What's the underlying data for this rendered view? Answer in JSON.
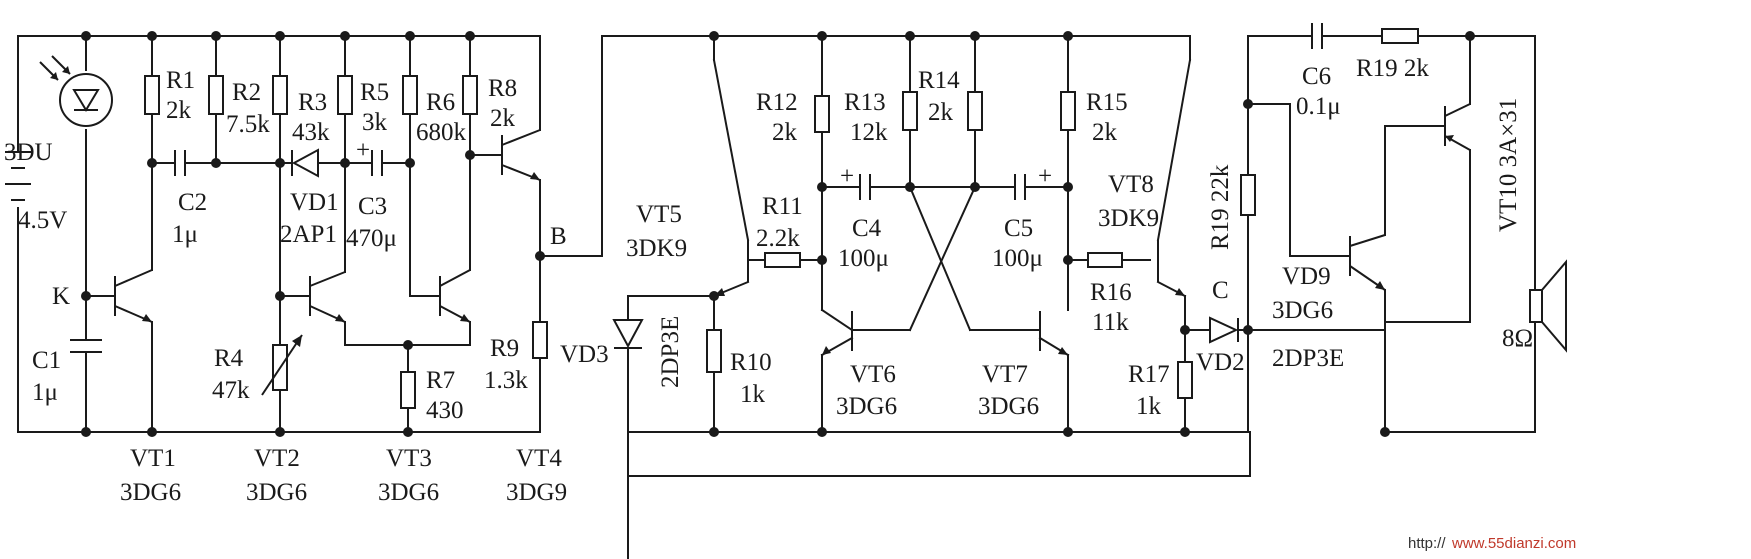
{
  "diagram": {
    "labels": {
      "photodiode": "3DU",
      "battery": "4.5V",
      "node_k": "K",
      "node_b": "B",
      "node_c": "C",
      "r1": "R1",
      "r1v": "2k",
      "r2": "R2",
      "r2v": "7.5k",
      "r3": "R3",
      "r3v": "43k",
      "r5": "R5",
      "r5v": "3k",
      "r6": "R6",
      "r6v": "680k",
      "r8": "R8",
      "r8v": "2k",
      "c2": "C2",
      "c2v": "1μ",
      "vd1": "VD1",
      "vd1v": "2AP1",
      "c3": "C3",
      "c3v": "470μ",
      "c1": "C1",
      "c1v": "1μ",
      "r4": "R4",
      "r4v": "47k",
      "r7": "R7",
      "r7v": "430",
      "r9": "R9",
      "r9v": "1.3k",
      "vt1": "VT1",
      "vt1v": "3DG6",
      "vt2": "VT2",
      "vt2v": "3DG6",
      "vt3": "VT3",
      "vt3v": "3DG6",
      "vt4": "VT4",
      "vt4v": "3DG9",
      "vt5": "VT5",
      "vt5v": "3DK9",
      "r11": "R11",
      "r11v": "2.2k",
      "r12": "R12",
      "r12v": "2k",
      "r13": "R13",
      "r13v": "12k",
      "r14": "R14",
      "r14v": "2k",
      "r15": "R15",
      "r15v": "2k",
      "c4": "C4",
      "c4v": "100μ",
      "c5": "C5",
      "c5v": "100μ",
      "vt8": "VT8",
      "vt8v": "3DK9",
      "r16": "R16",
      "r16v": "11k",
      "r10": "R10",
      "r10v": "1k",
      "vd3": "VD3",
      "vd3v": "2DP3E",
      "vt6": "VT6",
      "vt6v": "3DG6",
      "vt7": "VT7",
      "vt7v": "3DG6",
      "r17": "R17",
      "r17v": "1k",
      "vd2": "VD2",
      "vd2v": "2DP3E",
      "c6": "C6",
      "c6v": "0.1μ",
      "r19a": "R19 2k",
      "r19b": "R19 22k",
      "vt10": "VT10 3A×31",
      "vd9": "VD9",
      "vd9v": "3DG6",
      "speaker": "8Ω",
      "plus": "+"
    },
    "watermark": {
      "prefix": "http://",
      "site": "www.55dianzi.com"
    }
  }
}
